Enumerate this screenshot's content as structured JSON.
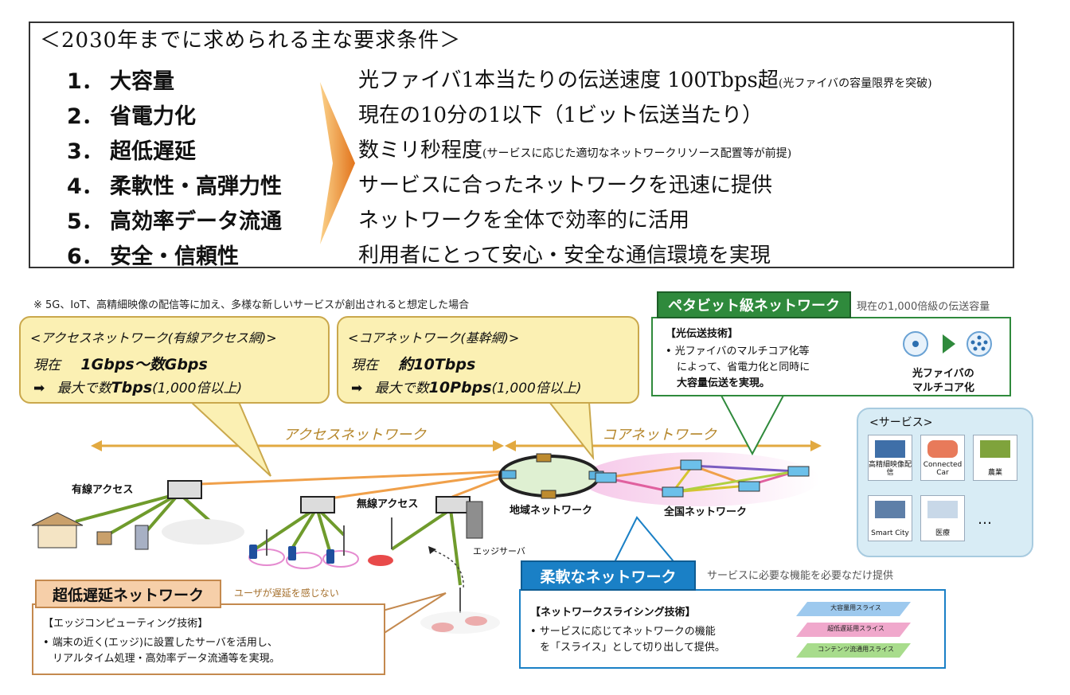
{
  "requirements": {
    "title": "＜2030年までに求められる主な要求条件＞",
    "items": [
      {
        "num": "1．",
        "name": "大容量",
        "desc": "光ファイバ1本当たりの伝送速度 100Tbps超",
        "note": "(光ファイバの容量限界を突破)"
      },
      {
        "num": "2．",
        "name": "省電力化",
        "desc": "現在の10分の1以下（1ビット伝送当たり）",
        "note": ""
      },
      {
        "num": "3．",
        "name": "超低遅延",
        "desc": "数ミリ秒程度",
        "note": "(サービスに応じた適切なネットワークリソース配置等が前提)"
      },
      {
        "num": "4．",
        "name": "柔軟性・高弾力性",
        "desc": "サービスに合ったネットワークを迅速に提供",
        "note": ""
      },
      {
        "num": "5．",
        "name": "高効率データ流通",
        "desc": "ネットワークを全体で効率的に活用",
        "note": ""
      },
      {
        "num": "6．",
        "name": "安全・信頼性",
        "desc": "利用者にとって安心・安全な通信環境を実現",
        "note": ""
      }
    ]
  },
  "note": "※ 5G、IoT、高精細映像の配信等に加え、多様な新しいサービスが創出されると想定した場合",
  "access_callout": {
    "title": "<アクセスネットワーク(有線アクセス網)>",
    "line1_prefix": "現在",
    "line1_value": "1Gbps～数Gbps",
    "line2_arrow": "➡",
    "line2_prefix": "最大で数",
    "line2_value": "Tbps",
    "line2_suffix": "(1,000倍以上)"
  },
  "core_callout": {
    "title": "<コアネットワーク(基幹網)>",
    "line1_prefix": "現在",
    "line1_value": "約10Tbps",
    "line2_arrow": "➡",
    "line2_prefix": "最大で数",
    "line2_value": "10Pbps",
    "line2_suffix": "(1,000倍以上)"
  },
  "petabit": {
    "header": "ペタビット級ネットワーク",
    "side_note": "現在の1,000倍級の伝送容量",
    "heading": "【光伝送技術】",
    "lines": [
      "• 光ファイバのマルチコア化等",
      "によって、省電力化と同時に",
      "大容量伝送を実現。"
    ],
    "icon_label_1": "光ファイバの",
    "icon_label_2": "マルチコア化"
  },
  "ranges": {
    "access": "アクセスネットワーク",
    "core": "コアネットワーク"
  },
  "nodes": {
    "wired_access": "有線アクセス",
    "wireless_access": "無線アクセス",
    "regional_network": "地域ネットワーク",
    "national_network": "全国ネットワーク",
    "edge_server": "エッジサーバ",
    "user_note": "ユーザが遅延を感じない"
  },
  "services": {
    "title": "<サービス>",
    "tiles": [
      "高精細映像配信",
      "Connected Car",
      "農業",
      "Smart City",
      "医療",
      "…"
    ]
  },
  "low_latency": {
    "header": "超低遅延ネットワーク",
    "heading": "【エッジコンピューティング技術】",
    "lines": [
      "• 端末の近く(エッジ)に設置したサーバを活用し、",
      "リアルタイム処理・高効率データ流通等を実現。"
    ]
  },
  "flexible": {
    "header": "柔軟なネットワーク",
    "side_note": "サービスに必要な機能を必要なだけ提供",
    "heading": "【ネットワークスライシング技術】",
    "lines": [
      "• サービスに応じてネットワークの機能",
      "を「スライス」として切り出して提供。"
    ],
    "slices": [
      "大容量用スライス",
      "超低遅延用スライス",
      "コンテンツ流通用スライス"
    ]
  },
  "colors": {
    "callout_fill": "#fbf0b3",
    "access_line": "#f0a04a",
    "core_line": "#e9b8e0",
    "green_header": "#2f8a3c",
    "blue_header": "#1a80c6",
    "peach_header": "#f6cfa9"
  }
}
